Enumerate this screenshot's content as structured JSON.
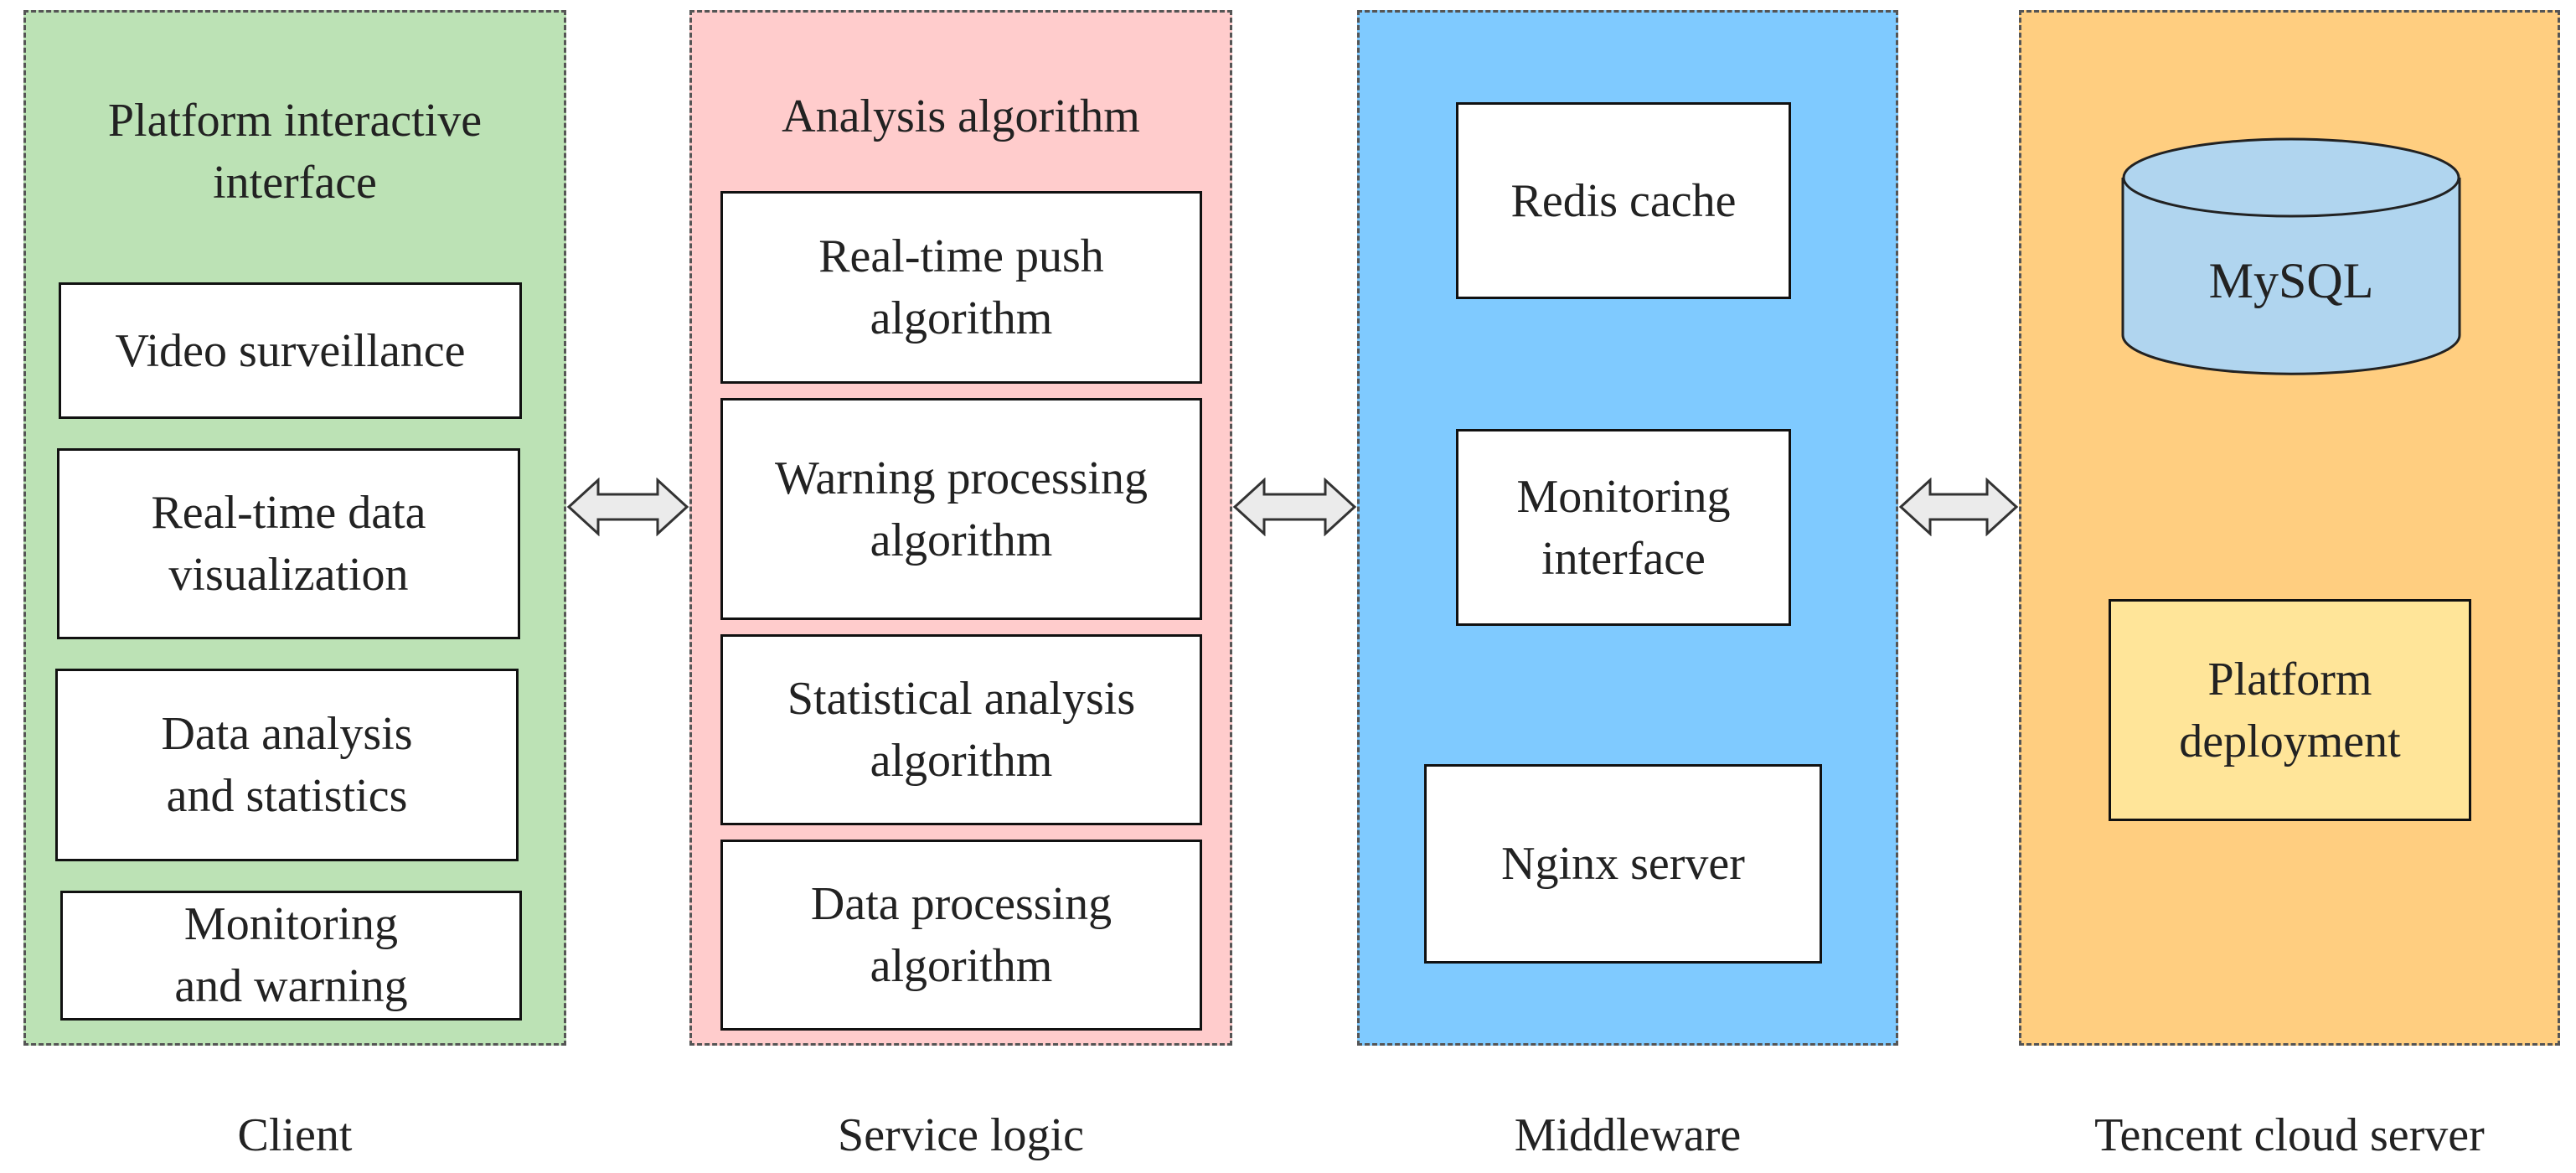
{
  "colors": {
    "client_bg": "#bce2b5",
    "service_bg": "#ffcccc",
    "middleware_bg": "#7fcaff",
    "server_bg": "#ffce80",
    "db_fill": "#b0d5ef",
    "deploy_fill": "#ffe599",
    "arrow_fill": "#ebebeb",
    "border": "#555555"
  },
  "client": {
    "title": "Platform interactive\ninterface",
    "items": [
      "Video surveillance",
      "Real-time data\nvisualization",
      "Data analysis\nand statistics",
      "Monitoring\nand warning"
    ],
    "caption": "Client"
  },
  "service": {
    "title": "Analysis algorithm",
    "items": [
      "Real-time push\nalgorithm",
      "Warning processing\nalgorithm",
      "Statistical analysis\nalgorithm",
      "Data processing\nalgorithm"
    ],
    "caption": "Service logic"
  },
  "middleware": {
    "items": [
      "Redis cache",
      "Monitoring\ninterface",
      "Nginx server"
    ],
    "caption": "Middleware"
  },
  "server": {
    "database_label": "MySQL",
    "deployment_label": "Platform\ndeployment",
    "caption": "Tencent cloud server",
    "database_icon": "database-cylinder-icon"
  },
  "connectors": {
    "icon": "double-arrow-icon"
  }
}
